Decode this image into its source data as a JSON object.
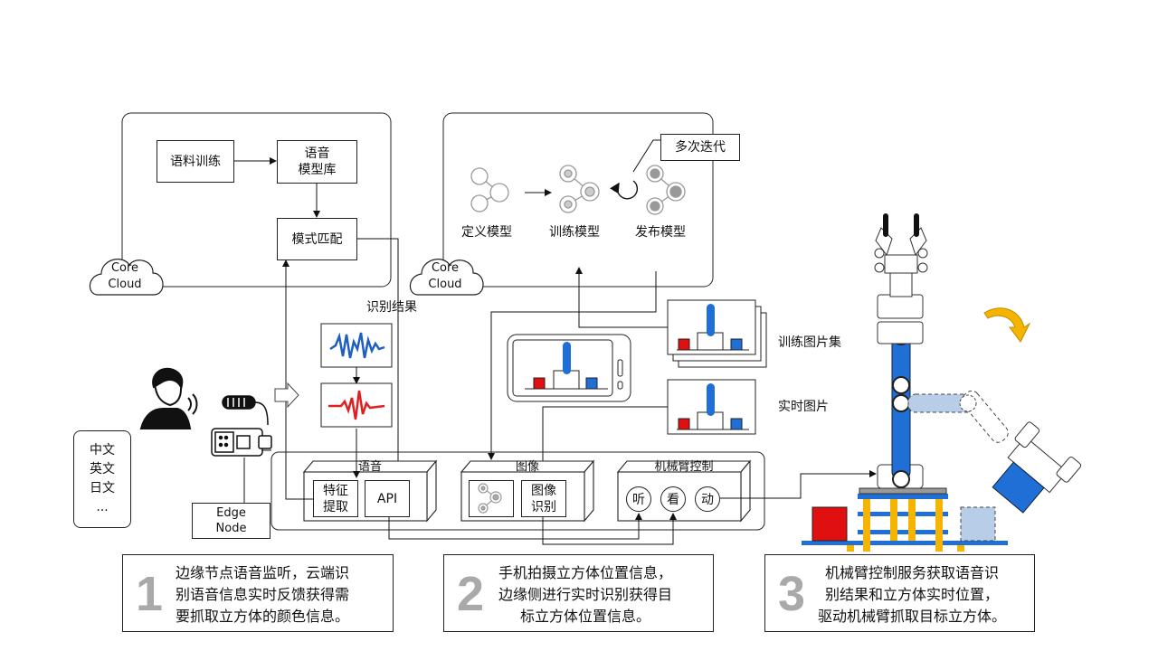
{
  "clouds": {
    "left": [
      "Core",
      "Cloud"
    ],
    "right": [
      "Core",
      "Cloud"
    ]
  },
  "speech_flow": {
    "corpus_training": "语料训练",
    "model_library": [
      "语音",
      "模型库"
    ],
    "pattern_match": "模式匹配",
    "recognition_result": "识别结果"
  },
  "vision_flow": {
    "iterate": "多次迭代",
    "define_model": "定义模型",
    "train_model": "训练模型",
    "publish_model": "发布模型",
    "training_set": "训练图片集",
    "realtime_image": "实时图片"
  },
  "languages": [
    "中文",
    "英文",
    "日文",
    "..."
  ],
  "edge_node": [
    "Edge",
    "Node"
  ],
  "edge_panel": {
    "speech": {
      "title": "语音",
      "feature": [
        "特征",
        "提取"
      ],
      "api": "API"
    },
    "image": {
      "title": "图像",
      "recognize": [
        "图像",
        "识别"
      ]
    },
    "arm": {
      "title": "机械臂控制",
      "listen": "听",
      "look": "看",
      "move": "动"
    }
  },
  "steps": [
    {
      "number": "1",
      "lines": [
        "边缘节点语音监听，云端识",
        "别语音信息实时反馈获得需",
        "要抓取立方体的颜色信息。"
      ]
    },
    {
      "number": "2",
      "lines": [
        "手机拍摄立方体位置信息，",
        "边缘侧进行实时识别获得目",
        "标立方体位置信息。"
      ]
    },
    {
      "number": "3",
      "lines": [
        "机械臂控制服务获取语音识",
        "别结果和立方体实时位置，",
        "驱动机械臂抓取目标立方体。"
      ]
    }
  ],
  "colors": {
    "blue": "#1f6fd6",
    "red": "#e01010",
    "yellow": "#f5b400",
    "wave_blue": "#1f5fbf",
    "wave_red": "#e02020"
  }
}
